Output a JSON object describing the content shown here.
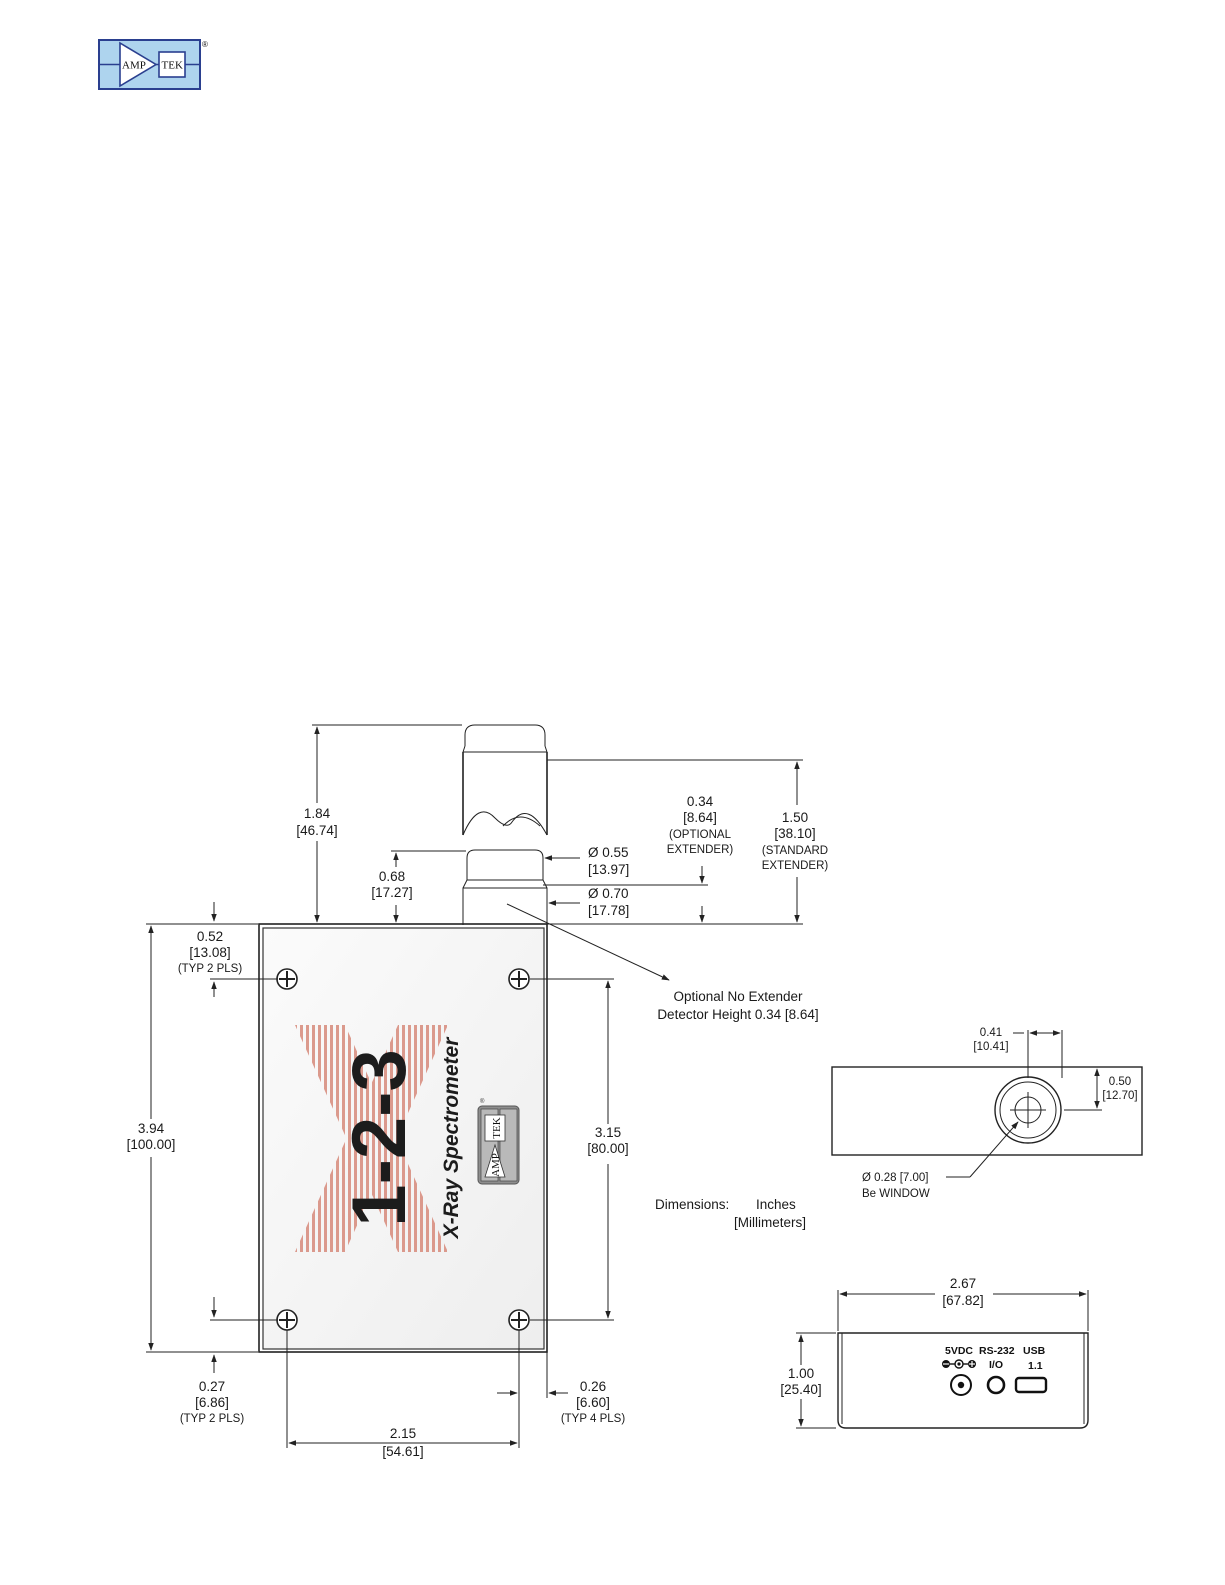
{
  "logo": {
    "left": "AMP",
    "right": "TEK",
    "reg": "®",
    "fill": "#aed4ee",
    "stroke": "#2a3f8f"
  },
  "front": {
    "height_main": [
      "1.84",
      "[46.74]"
    ],
    "height_ext": [
      "0.68",
      "[17.27]"
    ],
    "optional_ext": [
      "0.34",
      "[8.64]",
      "(OPTIONAL",
      "EXTENDER)"
    ],
    "standard_ext": [
      "1.50",
      "[38.10]",
      "(STANDARD",
      "EXTENDER)"
    ],
    "dia_small": [
      "Ø  0.55",
      "[13.97]"
    ],
    "dia_large": [
      "Ø  0.70",
      "[17.78]"
    ],
    "note": [
      "Optional No Extender",
      "Detector Height 0.34 [8.64]"
    ],
    "hole_top": [
      "0.52",
      "[13.08]",
      "(TYP  2  PLS)"
    ],
    "overall_h": [
      "3.94",
      "[100.00]"
    ],
    "hole_pitch_v": [
      "3.15",
      "[80.00]"
    ],
    "hole_bottom": [
      "0.27",
      "[6.86]",
      "(TYP  2  PLS)"
    ],
    "hole_side": [
      "0.26",
      "[6.60]",
      "(TYP  4  PLS)"
    ],
    "hole_pitch_h": [
      "2.15",
      "[54.61]"
    ]
  },
  "product": {
    "model": "1-2-3",
    "name": "X-Ray Spectrometer",
    "badge_left": "AMP",
    "badge_right": "TEK"
  },
  "units": [
    "Dimensions:",
    "Inches",
    "[Millimeters]"
  ],
  "top_view": {
    "offset": [
      "0.41",
      "[10.41]"
    ],
    "height": [
      "0.50",
      "[12.70]"
    ],
    "window": [
      "Ø 0.28  [7.00]",
      "Be  WINDOW"
    ]
  },
  "end_view": {
    "width": [
      "2.67",
      "[67.82]"
    ],
    "height": [
      "1.00",
      "[25.40]"
    ],
    "ports": {
      "power": "5VDC",
      "serial": [
        "RS-232",
        "I/O"
      ],
      "usb": [
        "USB",
        "1.1"
      ]
    }
  }
}
